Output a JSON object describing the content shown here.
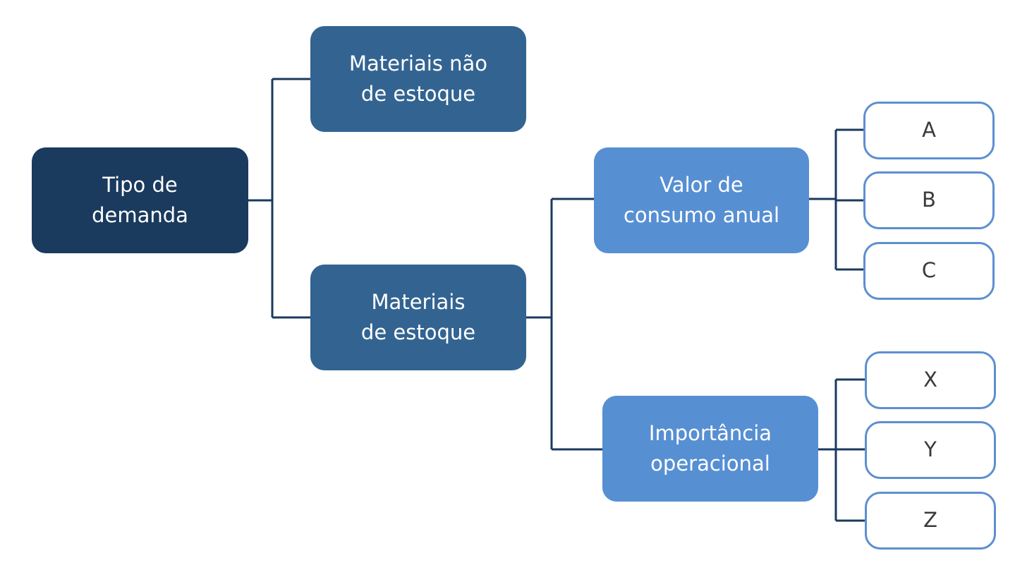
{
  "root": {
    "label_line1": "Tipo de",
    "label_line2": "demanda"
  },
  "branches": {
    "non_stock": {
      "label_line1": "Materiais não",
      "label_line2": "de estoque"
    },
    "stock": {
      "label_line1": "Materiais",
      "label_line2": "de estoque"
    }
  },
  "criteria": {
    "consumption_value": {
      "label_line1": "Valor de",
      "label_line2": "consumo anual"
    },
    "operational_importance": {
      "label_line1": "Importância",
      "label_line2": "operacional"
    }
  },
  "classes_abc": [
    "A",
    "B",
    "C"
  ],
  "classes_xyz": [
    "X",
    "Y",
    "Z"
  ],
  "colors": {
    "root": "#1a3a5e",
    "level1": "#336491",
    "level2": "#578fd3",
    "leaf_border": "#5d8fd0",
    "connector": "#1a3a5e"
  }
}
